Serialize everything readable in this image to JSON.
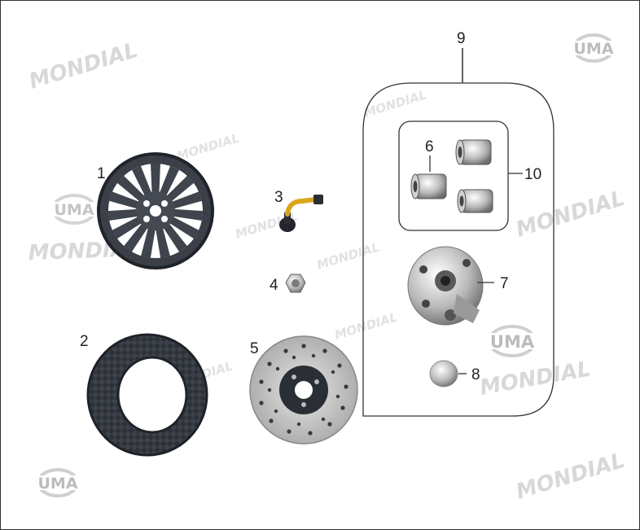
{
  "callouts": {
    "p1": "1",
    "p2": "2",
    "p3": "3",
    "p4": "4",
    "p5": "5",
    "p6": "6",
    "p7": "7",
    "p8": "8",
    "p9": "9",
    "p10": "10"
  },
  "watermarks": {
    "brand": "MONDIAL",
    "logo": "UMA"
  },
  "colors": {
    "outline": "#333333",
    "watermark": "#d8d8d8",
    "rubber": "#2a2e35",
    "metal": "#c8c8c8"
  }
}
